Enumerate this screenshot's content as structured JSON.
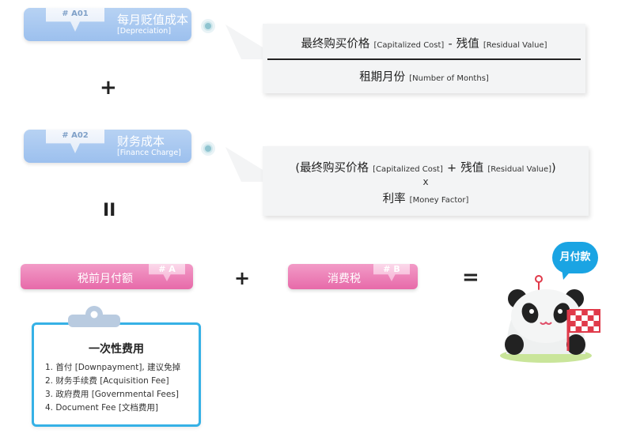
{
  "a01": {
    "code": "# A01",
    "title": "每月贬值成本",
    "subtitle": "[Depreciation]",
    "numerator_cn": "最终购买价格",
    "numerator_en": "[Capitalized Cost]",
    "minus": "-",
    "residual_cn": "残值",
    "residual_en": "[Residual Value]",
    "denominator_cn": "租期月份",
    "denominator_en": "[Number of Months]"
  },
  "plus_1": "+",
  "a02": {
    "code": "# A02",
    "title": "财务成本",
    "subtitle": "[Finance Charge]",
    "open_paren": "(",
    "cost_cn": "最终购买价格",
    "cost_en": "[Capitalized Cost]",
    "plus": "+",
    "residual_cn": "残值",
    "residual_en": "[Residual Value]",
    "close_paren": ")",
    "times": "x",
    "rate_cn": "利率",
    "rate_en": "[Money Factor]"
  },
  "equals_1": "II",
  "pretax": {
    "label": "税前月付额",
    "code": "# A"
  },
  "plus_2": "+",
  "tax": {
    "label": "消费税",
    "code": "# B"
  },
  "equals_2": "=",
  "result_bubble": "月付款",
  "fees": {
    "title": "一次性费用",
    "items": [
      "1.  首付 [Downpayment], 建议免掉",
      "2.  财务手续费 [Acquisition Fee]",
      "3.  政府费用 [Governmental Fees]",
      "4.  Document Fee [文档费用]"
    ]
  },
  "colors": {
    "blue_tag": "#9cc0ee",
    "pink_tag": "#e76aa9",
    "fees_border": "#36b1e6",
    "bubble": "#1aa4e3",
    "flag": "#e03a4a"
  }
}
